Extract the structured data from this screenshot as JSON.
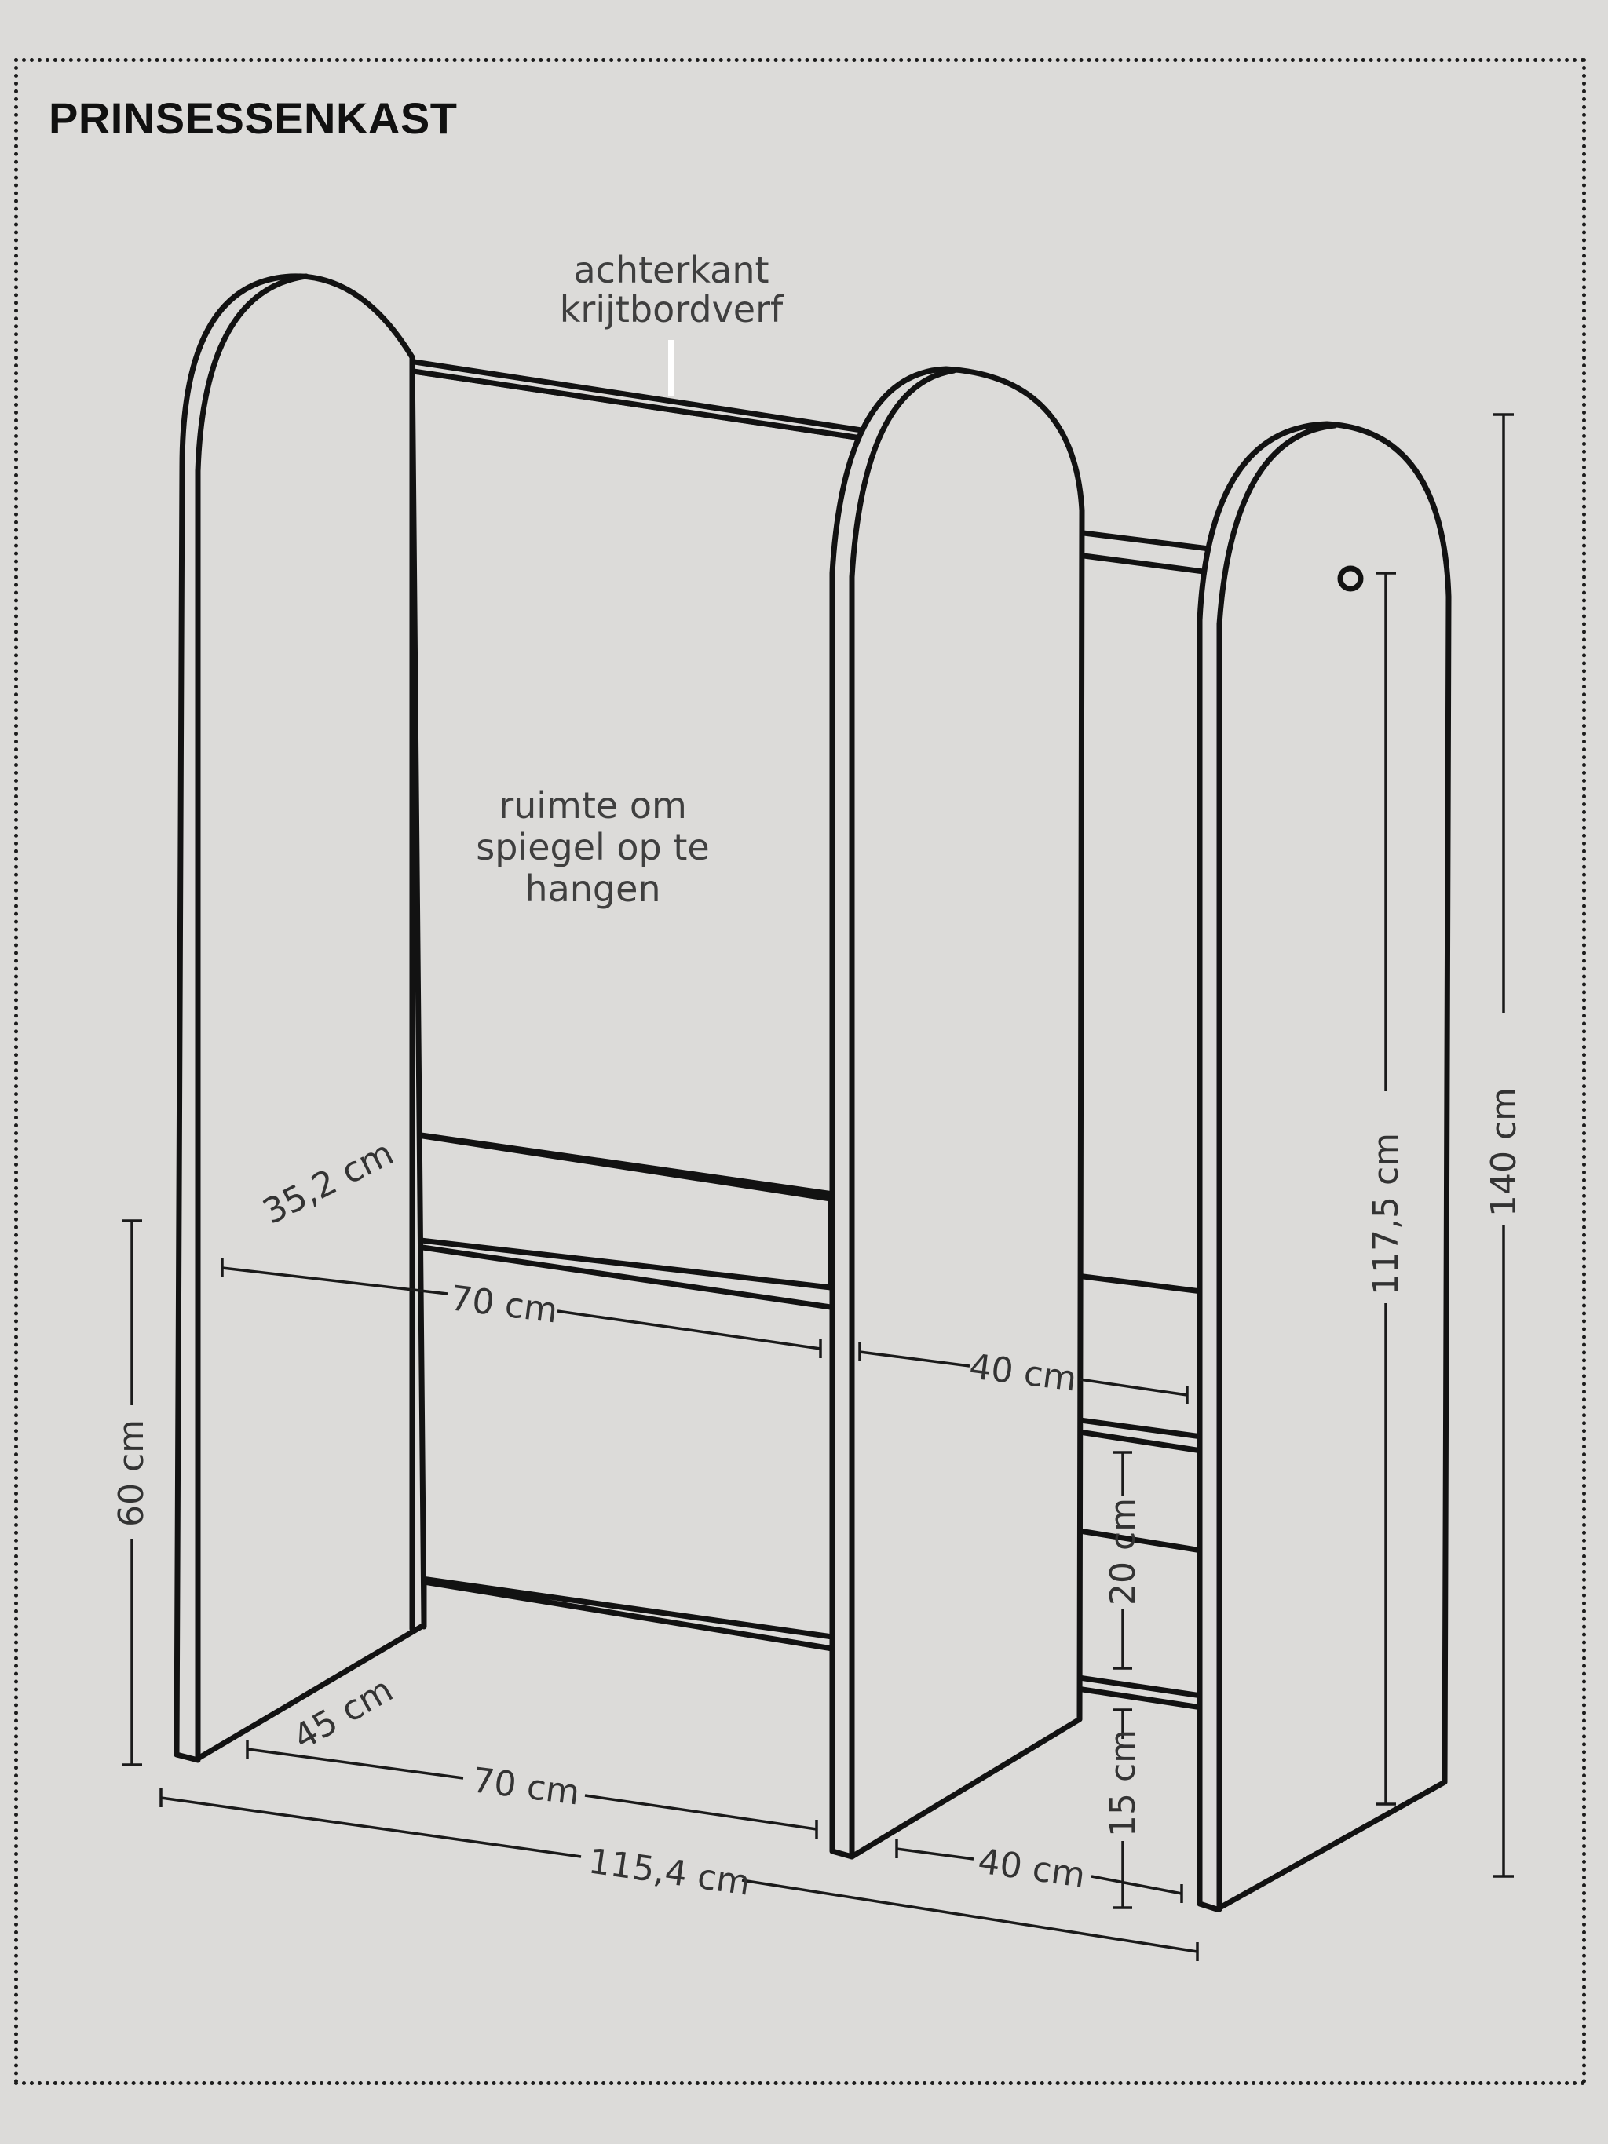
{
  "title": "PRINSESSENKAST",
  "labels": {
    "back_line1": "achterkant",
    "back_line2": "krijtbordverf",
    "mirror_line1": "ruimte om",
    "mirror_line2": "spiegel op te",
    "mirror_line3": "hangen"
  },
  "dimensions": {
    "shelf_depth": "35,2 cm",
    "upper_width_left": "70 cm",
    "upper_width_right": "40 cm",
    "height_shelf": "60 cm",
    "base_depth": "45 cm",
    "base_width_left": "70 cm",
    "total_width": "115,4 cm",
    "base_width_right": "40 cm",
    "shelf_gap_upper": "20 cm",
    "shelf_gap_lower": "15 cm",
    "height_rod": "117,5 cm",
    "height_total": "140 cm"
  }
}
